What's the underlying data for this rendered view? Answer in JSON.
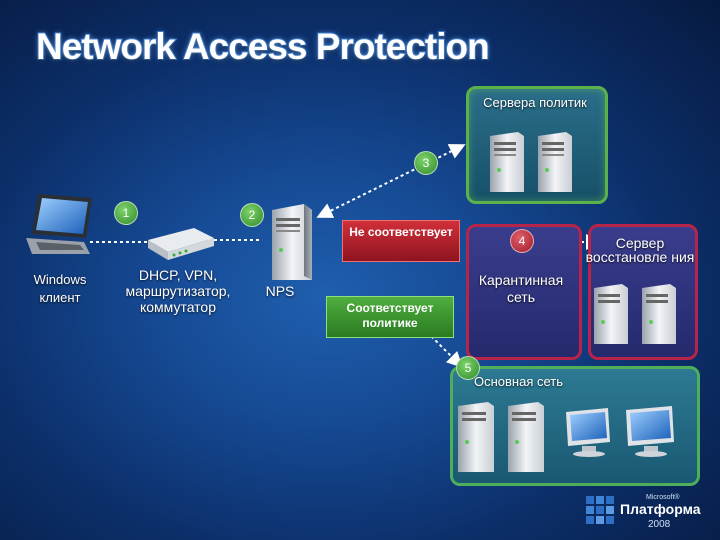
{
  "slide": {
    "title": "Network Access Protection",
    "labels": {
      "policy_servers": "Сервера политик",
      "windows_client": "Windows клиент",
      "dhcp_devices": "DHCP, VPN, маршрутизатор, коммутатор",
      "nps": "NPS",
      "not_compliant": "Не соответствует",
      "compliant": "Соответствует политике",
      "quarantine": "Карантинная сеть",
      "remediation": "Сервер восстановле ния",
      "main_network": "Основная сеть"
    },
    "steps": [
      "1",
      "2",
      "3",
      "4",
      "5"
    ],
    "logo": {
      "brand": "Microsoft®",
      "name": "Платформа",
      "year": "2008"
    }
  }
}
